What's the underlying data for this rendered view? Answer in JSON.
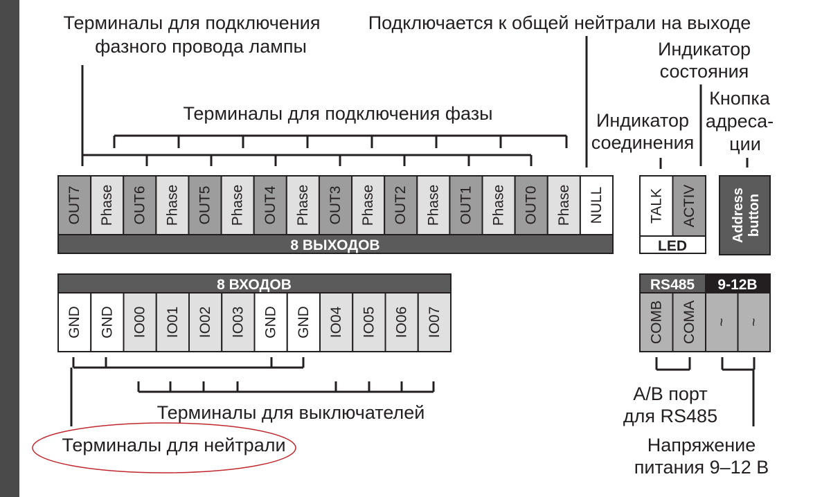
{
  "labels": {
    "lamp_phase_1": "Терминалы для подключения",
    "lamp_phase_2": "фазного провода лампы",
    "common_neutral": "Подключается к общей нейтрали на выходе",
    "status_led_1": "Индикатор",
    "status_led_2": "состояния",
    "address_btn_1": "Кнопка",
    "address_btn_2": "адреса-",
    "address_btn_3": "ции",
    "phase_terminals": "Терминалы для подключения фазы",
    "conn_led_1": "Индикатор",
    "conn_led_2": "соединения",
    "switch_terminals": "Терминалы для выключателей",
    "neutral_terminals": "Терминалы для нейтрали",
    "rs485_port_1": "A/B порт",
    "rs485_port_2": "для RS485",
    "power_1": "Напряжение",
    "power_2": "питания 9–12 В"
  },
  "outputs": {
    "bar_label": "8 ВЫХОДОВ",
    "terminals": [
      "OUT7",
      "Phase",
      "OUT6",
      "Phase",
      "OUT5",
      "Phase",
      "OUT4",
      "Phase",
      "OUT3",
      "Phase",
      "OUT2",
      "Phase",
      "OUT1",
      "Phase",
      "OUT0",
      "Phase",
      "NULL"
    ]
  },
  "led": {
    "bar_label": "LED",
    "terminals": [
      "TALK",
      "ACTIV"
    ]
  },
  "address_button": {
    "line1": "Address",
    "line2": "button"
  },
  "inputs": {
    "bar_label": "8 ВХОДОВ",
    "terminals": [
      "GND",
      "GND",
      "IO00",
      "IO01",
      "IO02",
      "IO03",
      "GND",
      "GND",
      "IO04",
      "IO05",
      "IO06",
      "IO07"
    ]
  },
  "rs485": {
    "bar_label": "RS485",
    "terminals": [
      "COMB",
      "COMA"
    ]
  },
  "power": {
    "bar_label": "9-12В",
    "terminals": [
      "~",
      "~"
    ]
  },
  "colors": {
    "dark": "#231f20",
    "bar": "#5b5b5b",
    "out_terminal": "#9d9d9d",
    "phase_terminal": "#e0e0e0",
    "io_terminal": "#e0e0e0",
    "gnd_terminal": "#ffffff",
    "power_terminal": "#b3b3b3",
    "annotation_ellipse": "#c0272d",
    "side_bar": "#4a4a4a"
  }
}
